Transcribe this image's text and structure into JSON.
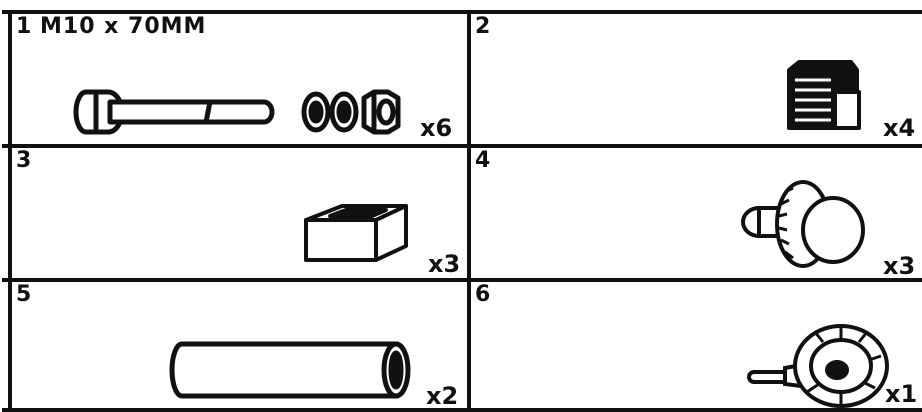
{
  "parts": [
    {
      "number": "1",
      "label": "M10 x 70MM",
      "quantity": "x6",
      "icon": "bolt-nut-washer-icon"
    },
    {
      "number": "2",
      "label": "",
      "quantity": "x4",
      "icon": "square-end-cap-icon"
    },
    {
      "number": "3",
      "label": "",
      "quantity": "x3",
      "icon": "square-collar-icon"
    },
    {
      "number": "4",
      "label": "",
      "quantity": "x3",
      "icon": "round-knob-cap-icon"
    },
    {
      "number": "5",
      "label": "",
      "quantity": "x2",
      "icon": "tube-icon"
    },
    {
      "number": "6",
      "label": "",
      "quantity": "x1",
      "icon": "star-knob-icon"
    }
  ]
}
